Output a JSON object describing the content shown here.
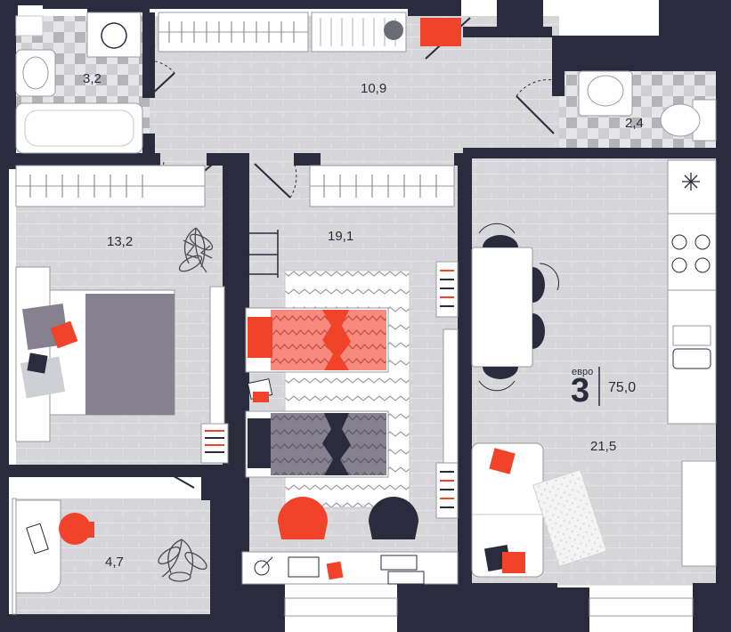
{
  "rooms": [
    {
      "id": "bathroom",
      "area": "3,2"
    },
    {
      "id": "hallway",
      "area": "10,9"
    },
    {
      "id": "toilet",
      "area": "2,4"
    },
    {
      "id": "bedroom",
      "area": "13,2"
    },
    {
      "id": "kids-room",
      "area": "19,1"
    },
    {
      "id": "kitchen-living",
      "area": "21,5"
    },
    {
      "id": "balcony",
      "area": "4,7"
    }
  ],
  "badge": {
    "type_word": "евро",
    "rooms_count": "3",
    "total_area": "75,0"
  },
  "colors": {
    "wall": "#2a2b3d",
    "floor": "#d6d6d8",
    "tile_light": "#e6e6e8",
    "tile_dark": "#b4b4b8",
    "accent": "#f0432a",
    "purple": "#85818f",
    "salmon": "#f78a7e",
    "furniture": "#ffffff"
  }
}
